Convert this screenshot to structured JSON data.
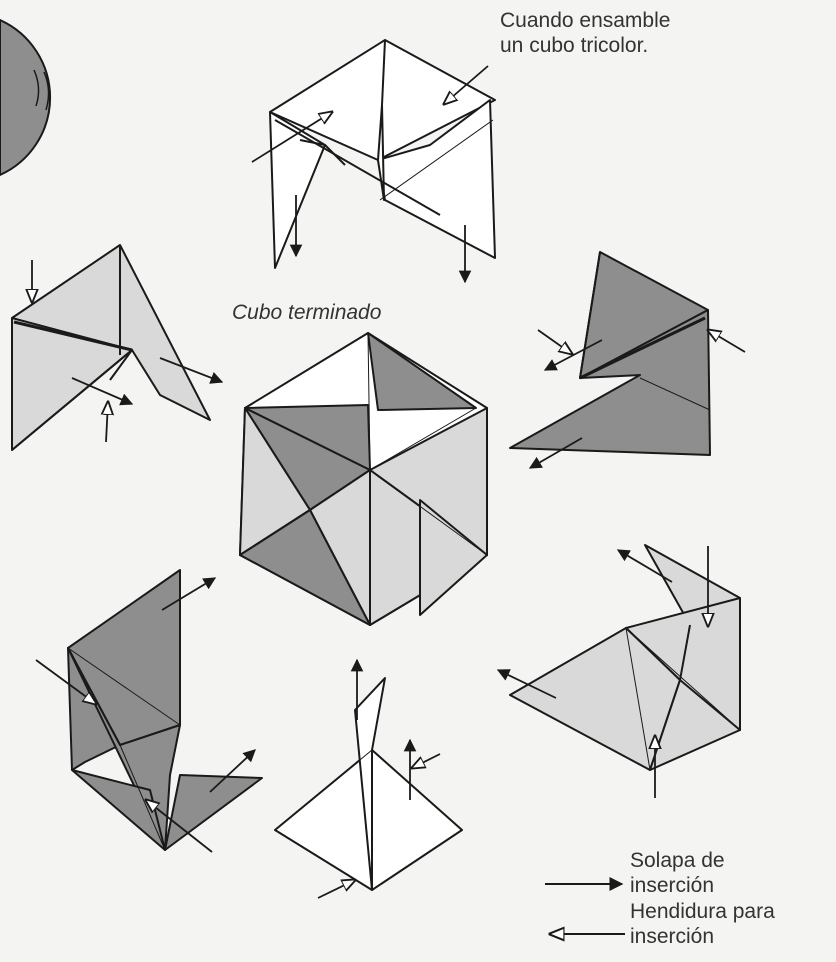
{
  "labels": {
    "top_note": "Cuando ensamble\nun cubo tricolor.",
    "center": "Cubo terminado",
    "legend_flap": "Solapa de\ninserción",
    "legend_slot": "Hendidura para\ninserción"
  },
  "colors": {
    "white": "#ffffff",
    "light_gray": "#d9d9d9",
    "dark_gray": "#8e8e8e",
    "line": "#1a1a1a",
    "background": "#f4f4f2"
  }
}
